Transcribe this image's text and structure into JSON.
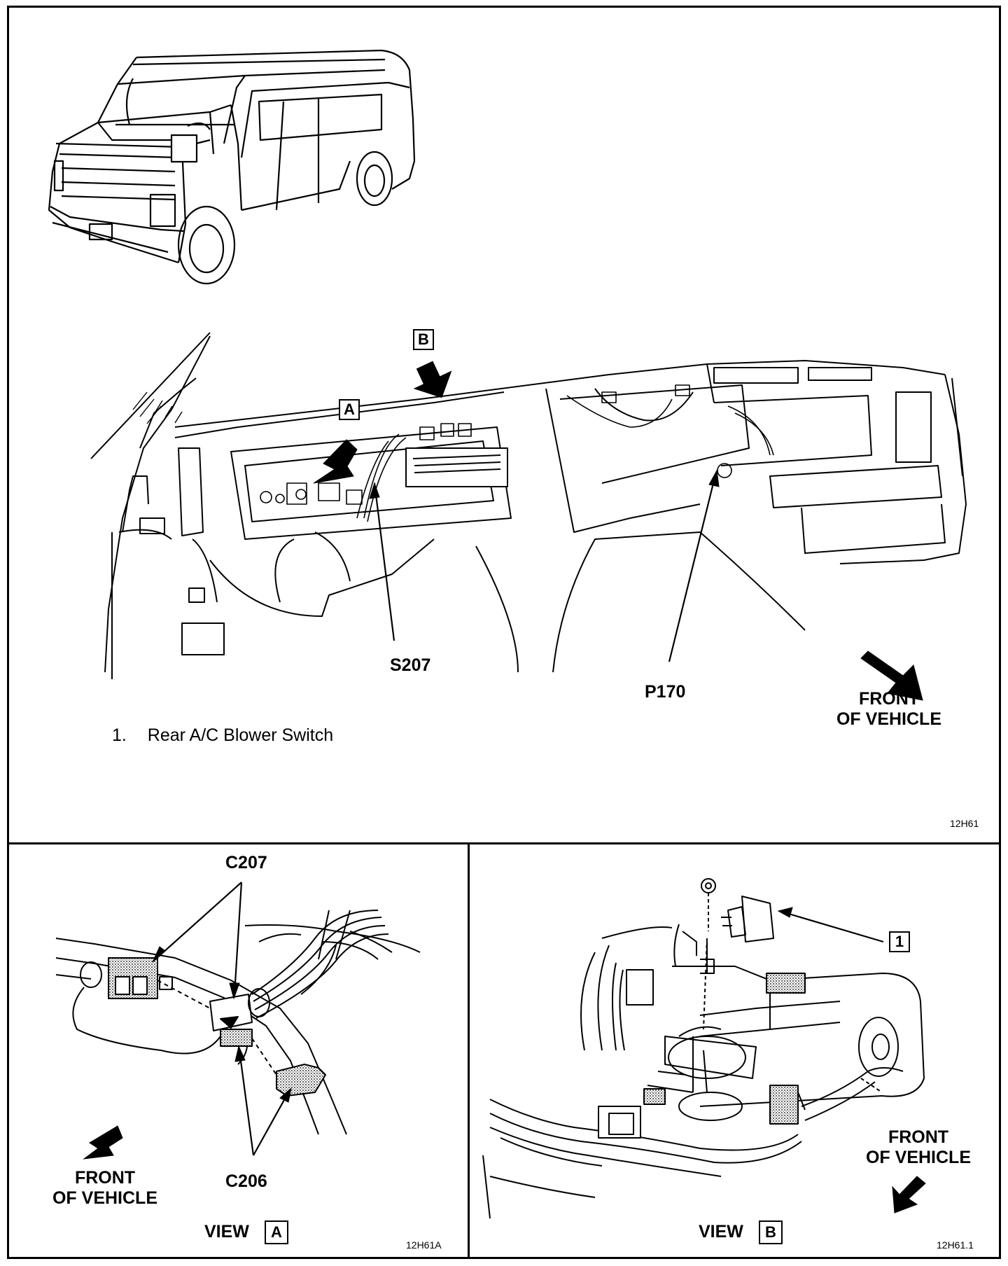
{
  "main_view": {
    "view_b_tag": "B",
    "view_a_tag": "A",
    "splice_label": "S207",
    "connector_label": "P170",
    "front_line1": "FRONT",
    "front_line2": "OF VEHICLE",
    "legend_number": "1.",
    "legend_text": "Rear A/C Blower Switch",
    "figure_code": "12H61"
  },
  "view_a": {
    "connector_top_label": "C207",
    "connector_bottom_label": "C206",
    "front_line1": "FRONT",
    "front_line2": "OF VEHICLE",
    "view_word": "VIEW",
    "view_letter": "A",
    "figure_code": "12H61A"
  },
  "view_b": {
    "callout_number": "1",
    "front_line1": "FRONT",
    "front_line2": "OF VEHICLE",
    "view_word": "VIEW",
    "view_letter": "B",
    "figure_code": "12H61.1"
  }
}
